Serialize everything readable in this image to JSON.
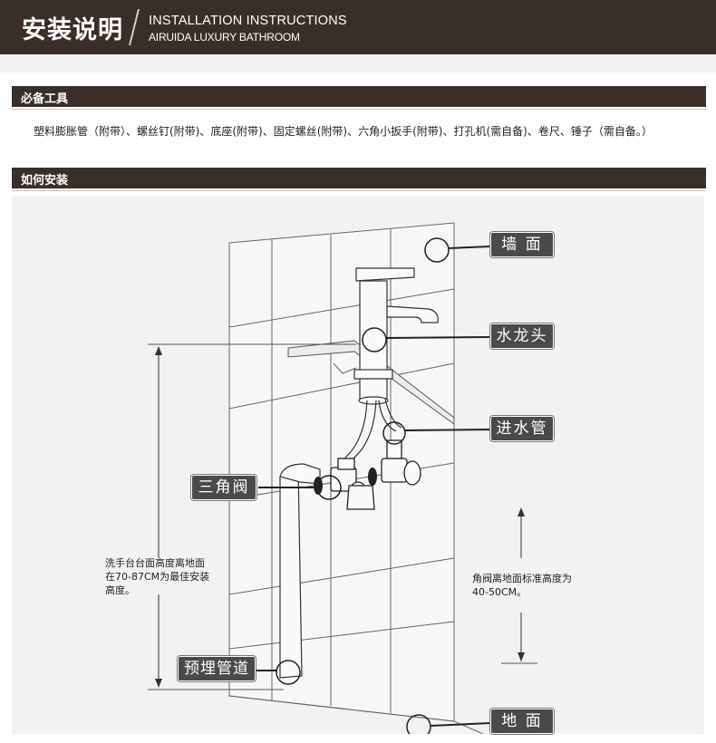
{
  "header": {
    "title_cn": "安装说明",
    "title_en": "INSTALLATION INSTRUCTIONS",
    "subtitle_en": "AIRUIDA LUXURY BATHROOM"
  },
  "section_tools": {
    "title": "必备工具",
    "text": "塑料膨胀管（附带）、螺丝钉(附带)、底座(附带)、固定螺丝(附带)、六角小扳手(附带)、打孔机(需自备)、卷尺、锤子（需自备。）"
  },
  "section_install": {
    "title": "如何安装"
  },
  "diagram": {
    "labels": {
      "wall": "墙 面",
      "faucet": "水龙头",
      "inlet": "进水管",
      "valve": "三角阀",
      "pipe": "预埋管道",
      "floor": "地 面"
    },
    "note_left": [
      "洗手台台面高度离地面",
      "在70-87CM为最佳安装",
      "高度。"
    ],
    "note_right": [
      "角阀离地面标准高度为",
      "40-50CM。"
    ]
  }
}
